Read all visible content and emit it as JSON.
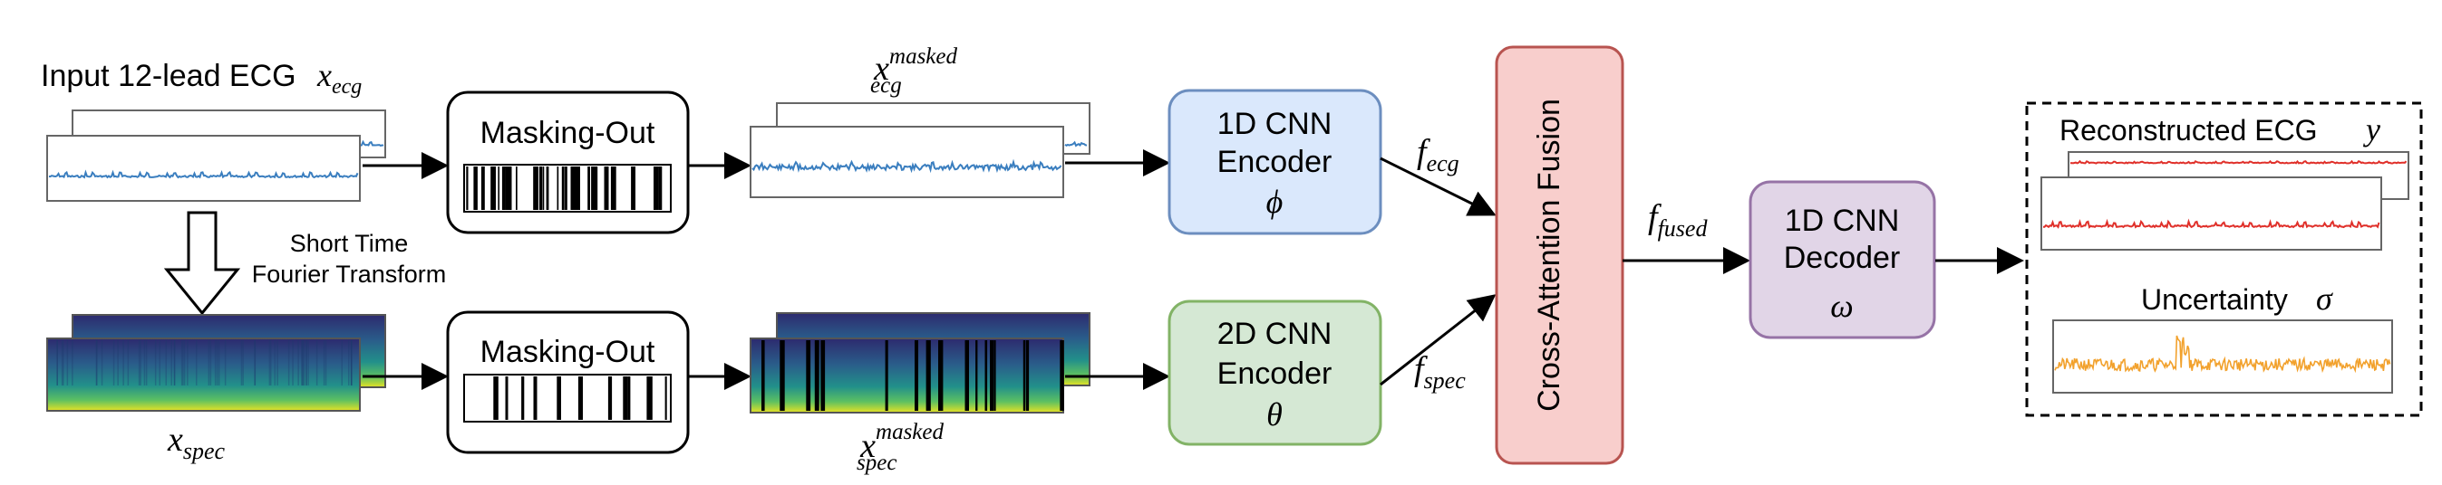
{
  "input": {
    "label": "Input 12-lead ECG",
    "math_main": "x",
    "math_sub": "ecg"
  },
  "masked_ecg": {
    "math_main": "x",
    "math_sub": "ecg",
    "math_sup": "masked"
  },
  "masked_spec": {
    "math_main": "x",
    "math_sub": "spec",
    "math_sup": "masked"
  },
  "spec_input": {
    "math_main": "x",
    "math_sub": "spec"
  },
  "stft": {
    "line1": "Short Time",
    "line2": "Fourier Transform"
  },
  "masking_top": {
    "label": "Masking-Out"
  },
  "masking_bottom": {
    "label": "Masking-Out"
  },
  "encoder_1d": {
    "line1": "1D CNN",
    "line2": "Encoder",
    "param": "ϕ",
    "color": "#dae8fc"
  },
  "encoder_2d": {
    "line1": "2D CNN",
    "line2": "Encoder",
    "param": "θ",
    "color": "#d5e8d4"
  },
  "f_ecg": {
    "main": "f",
    "sub": "ecg"
  },
  "f_spec": {
    "main": "f",
    "sub": "spec"
  },
  "fusion": {
    "label": "Cross-Attention Fusion",
    "color": "#f8cecc"
  },
  "f_fused": {
    "main": "f",
    "sub": "fused"
  },
  "decoder": {
    "line1": "1D CNN",
    "line2": "Decoder",
    "param": "ω",
    "color": "#e1d5e7"
  },
  "output": {
    "reconstructed_label": "Reconstructed ECG",
    "reconstructed_math": "y",
    "uncertainty_label": "Uncertainty",
    "uncertainty_math": "σ"
  },
  "colors": {
    "ecg_signal": "#3a7ebf",
    "reconstructed_signal": "#e0302a",
    "uncertainty_signal": "#f2a12c"
  }
}
